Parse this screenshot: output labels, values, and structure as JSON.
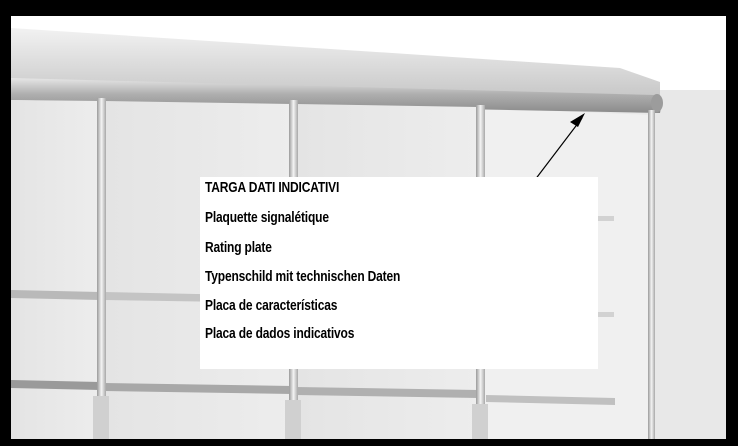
{
  "labels": [
    "TARGA DATI INDICATIVI",
    "Plaquette signalétique",
    "Rating plate",
    "Typenschild mit technischen Daten",
    "Placa de características",
    "Placa de dados indicativos"
  ]
}
